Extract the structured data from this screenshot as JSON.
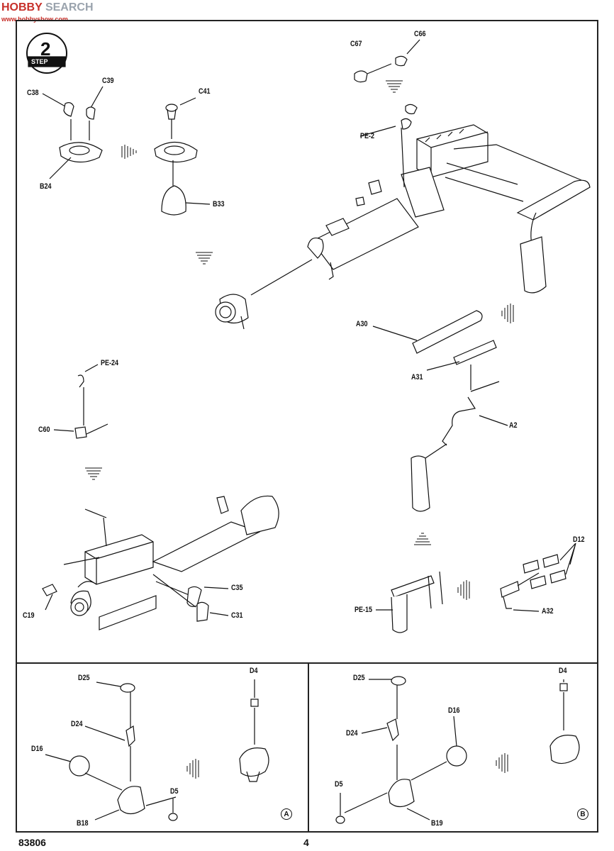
{
  "watermark": {
    "brand_a": "HOBBY",
    "brand_b": "SEARCH",
    "url": "www.hobbyshow.com"
  },
  "step": {
    "number": "2",
    "label": "STEP"
  },
  "parts": {
    "c38": "C38",
    "c39": "C39",
    "c41": "C41",
    "b24": "B24",
    "b33": "B33",
    "c67": "C67",
    "c66": "C66",
    "pe2": "PE-2",
    "a30": "A30",
    "a31": "A31",
    "a2": "A2",
    "pe24": "PE-24",
    "c60": "C60",
    "c35": "C35",
    "c31": "C31",
    "c19": "C19",
    "d12": "D12",
    "pe15": "PE-15",
    "a32": "A32"
  },
  "sub_a": {
    "d25": "D25",
    "d4": "D4",
    "d24": "D24",
    "d16": "D16",
    "d5": "D5",
    "b18": "B18",
    "marker": "A"
  },
  "sub_b": {
    "d25": "D25",
    "d4": "D4",
    "d16": "D16",
    "d24": "D24",
    "d5": "D5",
    "b19": "B19",
    "marker": "B"
  },
  "footer": {
    "code": "83806",
    "page": "4"
  }
}
